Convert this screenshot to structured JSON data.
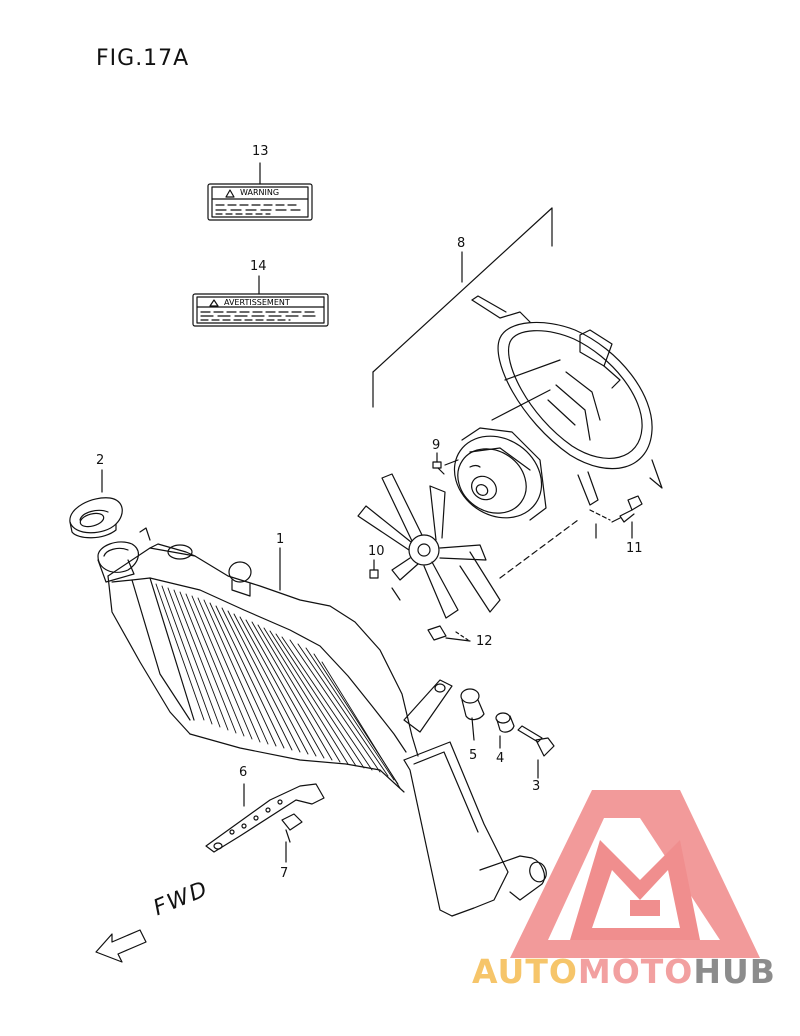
{
  "figure": {
    "title": "FIG.17A"
  },
  "callouts": [
    {
      "id": "1",
      "part": "radiator"
    },
    {
      "id": "2",
      "part": "radiator-cap"
    },
    {
      "id": "3",
      "part": "bolt"
    },
    {
      "id": "4",
      "part": "collar"
    },
    {
      "id": "5",
      "part": "cushion"
    },
    {
      "id": "6",
      "part": "bracket"
    },
    {
      "id": "7",
      "part": "bolt"
    },
    {
      "id": "8",
      "part": "fan-motor-assembly"
    },
    {
      "id": "9",
      "part": "screw"
    },
    {
      "id": "10",
      "part": "screw"
    },
    {
      "id": "11",
      "part": "bolt"
    },
    {
      "id": "12",
      "part": "nut"
    },
    {
      "id": "13",
      "part": "warning-label"
    },
    {
      "id": "14",
      "part": "avertissement-label"
    }
  ],
  "labels": {
    "warning": "WARNING",
    "avertissement": "AVERTISSEMENT"
  },
  "direction": {
    "text": "FWD"
  },
  "watermark": {
    "part1": "AUTO",
    "part2": "MOTO",
    "part3": "HUB",
    "color_primary": "#f6c56a",
    "color_secondary": "#f2a0a0",
    "color_tertiary": "#8c8c8c",
    "logo_color": "#ee7b7b"
  }
}
